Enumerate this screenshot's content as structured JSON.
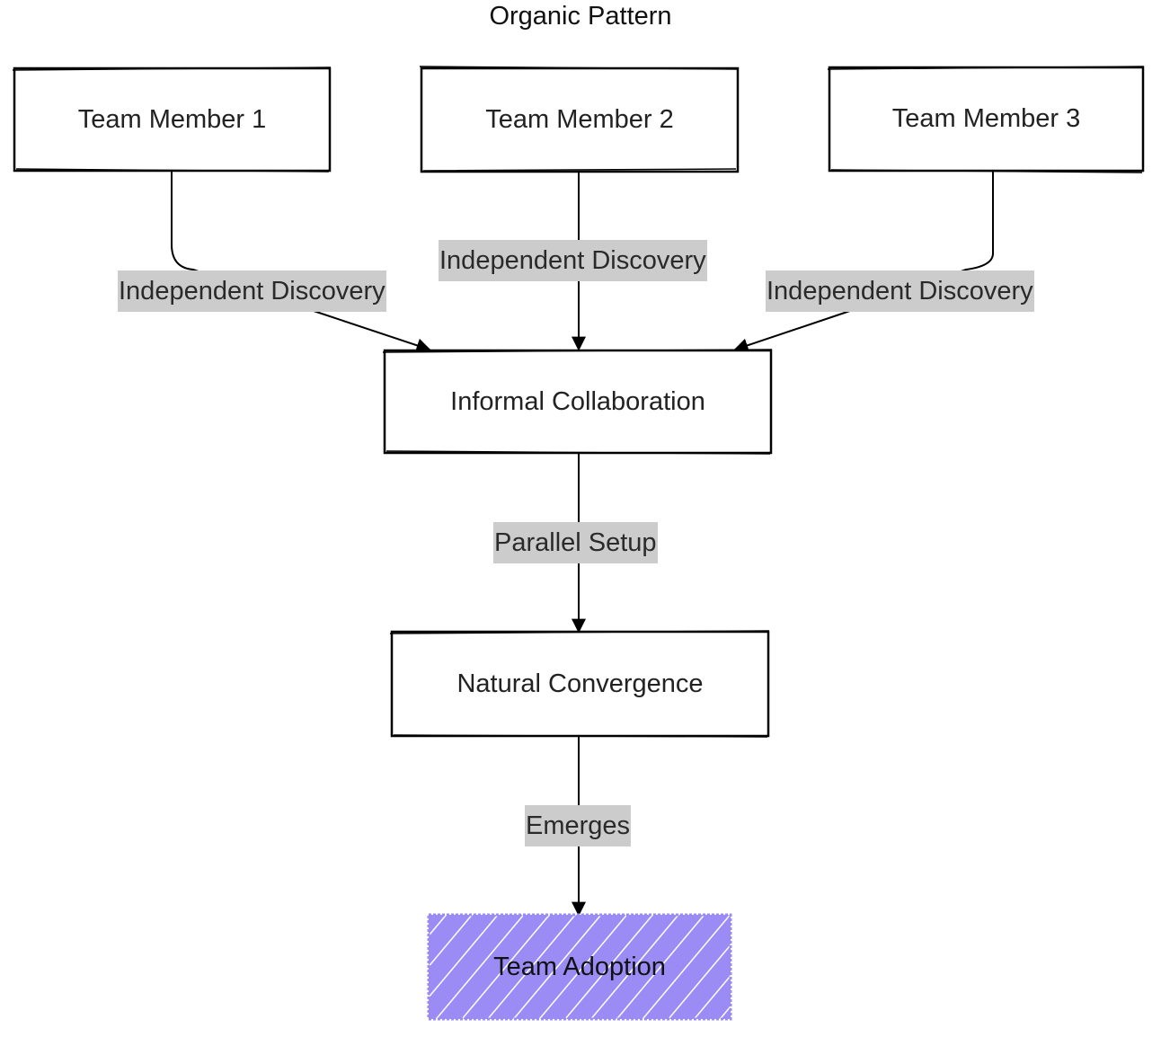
{
  "diagram": {
    "title": "Organic Pattern",
    "nodes": [
      {
        "id": "tm1",
        "label": "Team Member 1"
      },
      {
        "id": "tm2",
        "label": "Team Member 2"
      },
      {
        "id": "tm3",
        "label": "Team Member 3"
      },
      {
        "id": "ic",
        "label": "Informal Collaboration"
      },
      {
        "id": "nc",
        "label": "Natural Convergence"
      },
      {
        "id": "ta",
        "label": "Team Adoption",
        "fill": "#9b8cf5",
        "style": "hachure"
      }
    ],
    "edges": [
      {
        "from": "tm1",
        "to": "ic",
        "label": "Independent Discovery"
      },
      {
        "from": "tm2",
        "to": "ic",
        "label": "Independent Discovery"
      },
      {
        "from": "tm3",
        "to": "ic",
        "label": "Independent Discovery"
      },
      {
        "from": "ic",
        "to": "nc",
        "label": "Parallel Setup"
      },
      {
        "from": "nc",
        "to": "ta",
        "label": "Emerges"
      }
    ],
    "colors": {
      "stroke": "#000000",
      "label_bg": "#cccccc",
      "highlight_fill": "#9b8cf5"
    }
  }
}
